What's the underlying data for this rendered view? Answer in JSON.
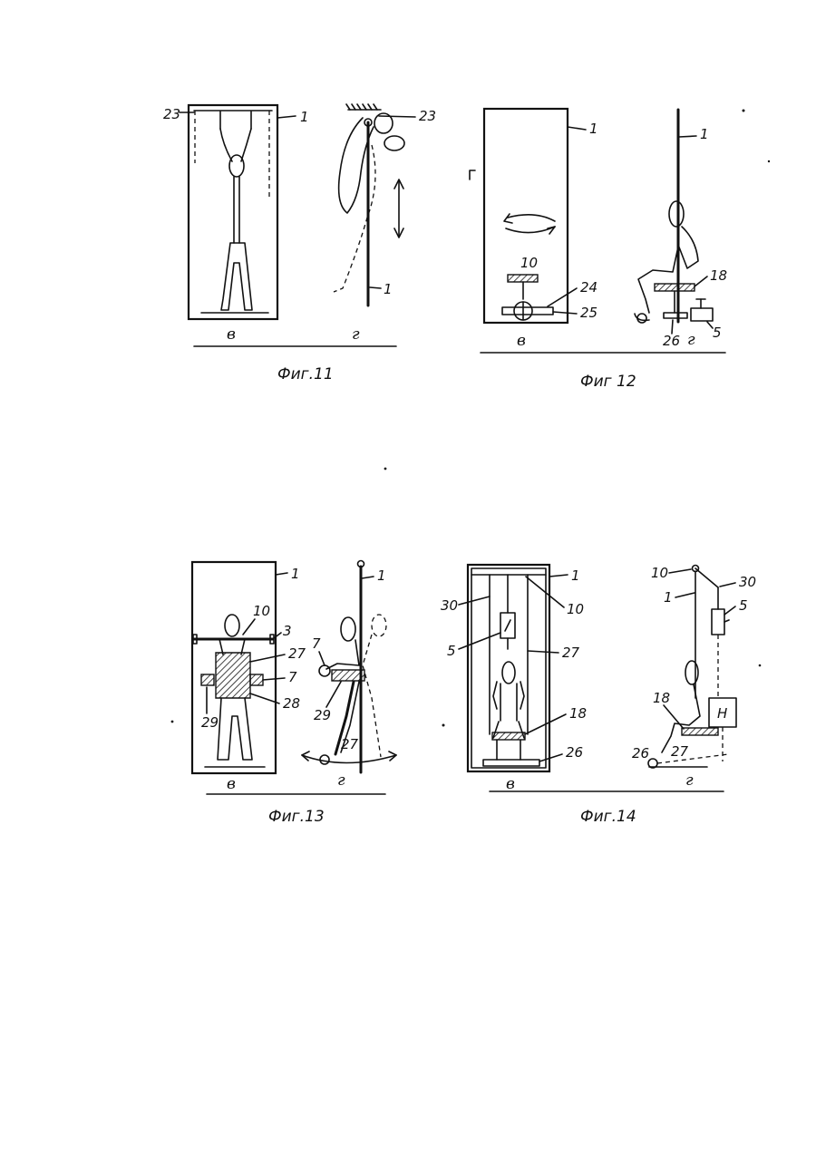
{
  "figures": [
    {
      "id": "fig11",
      "caption": "Фиг.11",
      "views": [
        "в",
        "г"
      ],
      "labels": [
        "23",
        "1",
        "23",
        "1"
      ]
    },
    {
      "id": "fig12",
      "caption": "Фиг 12",
      "views": [
        "в",
        "г"
      ],
      "labels": [
        "1",
        "1",
        "10",
        "24",
        "25",
        "18",
        "26",
        "5"
      ]
    },
    {
      "id": "fig13",
      "caption": "Фиг.13",
      "views": [
        "в",
        "г"
      ],
      "labels": [
        "1",
        "1",
        "10",
        "3",
        "27",
        "7",
        "29",
        "28",
        "7",
        "29",
        "27"
      ]
    },
    {
      "id": "fig14",
      "caption": "Фиг.14",
      "views": [
        "в",
        "г"
      ],
      "labels": [
        "1",
        "10",
        "30",
        "5",
        "27",
        "18",
        "26",
        "10",
        "30",
        "1",
        "5",
        "18",
        "26",
        "27"
      ]
    }
  ],
  "misc": {
    "h_box": "H"
  }
}
